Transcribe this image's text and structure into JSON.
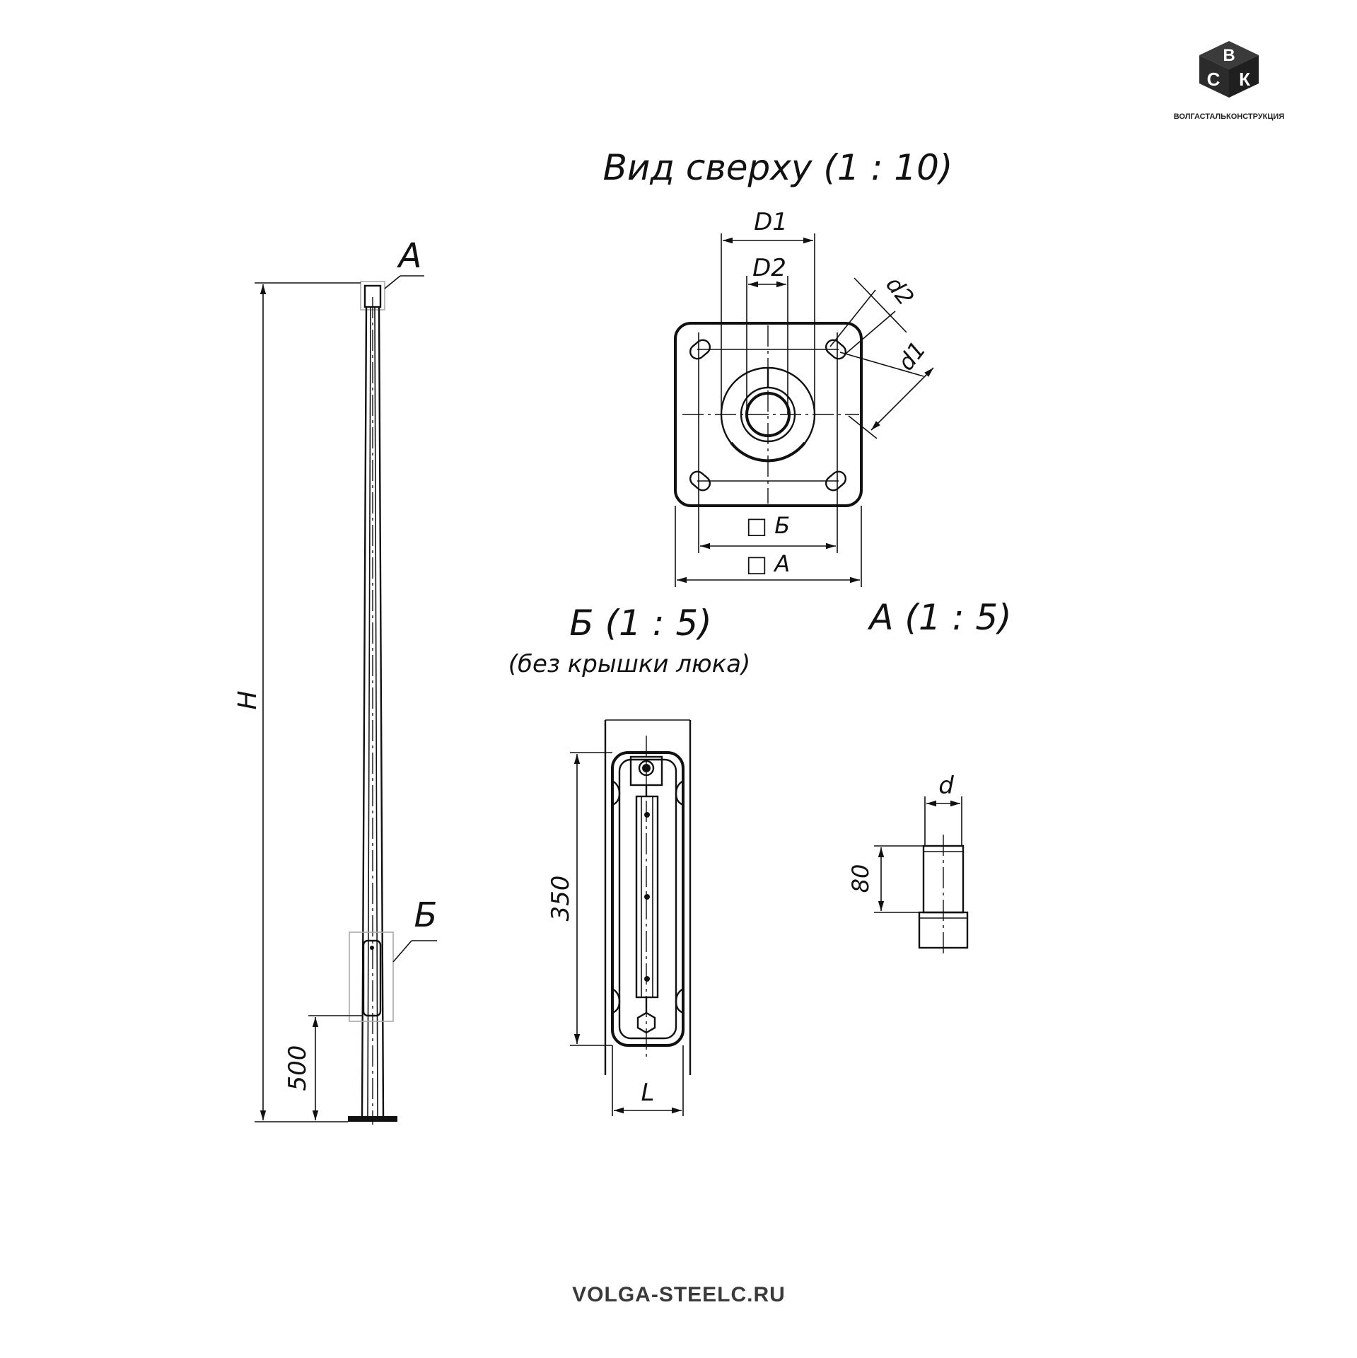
{
  "logo": {
    "letters": [
      "В",
      "С",
      "К"
    ],
    "company": "ВОЛГАСТАЛЬКОНСТРУКЦИЯ"
  },
  "top_view": {
    "title": "Вид сверху (1 : 10)",
    "dims": {
      "d1_outer": "D1",
      "d2_inner": "D2",
      "d2_small": "d2",
      "d1_small": "d1",
      "sq_b": "□ Б",
      "sq_a": "□ А"
    }
  },
  "pole": {
    "callout_a": "А",
    "callout_b": "Б",
    "height_label": "H",
    "hatch_height": "500"
  },
  "detail_b": {
    "title": "Б   (1 : 5)",
    "subtitle": "(без крышки люка)",
    "height": "350",
    "width": "L"
  },
  "detail_a": {
    "title": "А   (1 : 5)",
    "diameter": "d",
    "height": "80"
  },
  "footer": {
    "url": "VOLGA-STEELC.RU"
  },
  "colors": {
    "line": "#111111",
    "logo": "#2b2b2b",
    "background": "#ffffff"
  }
}
